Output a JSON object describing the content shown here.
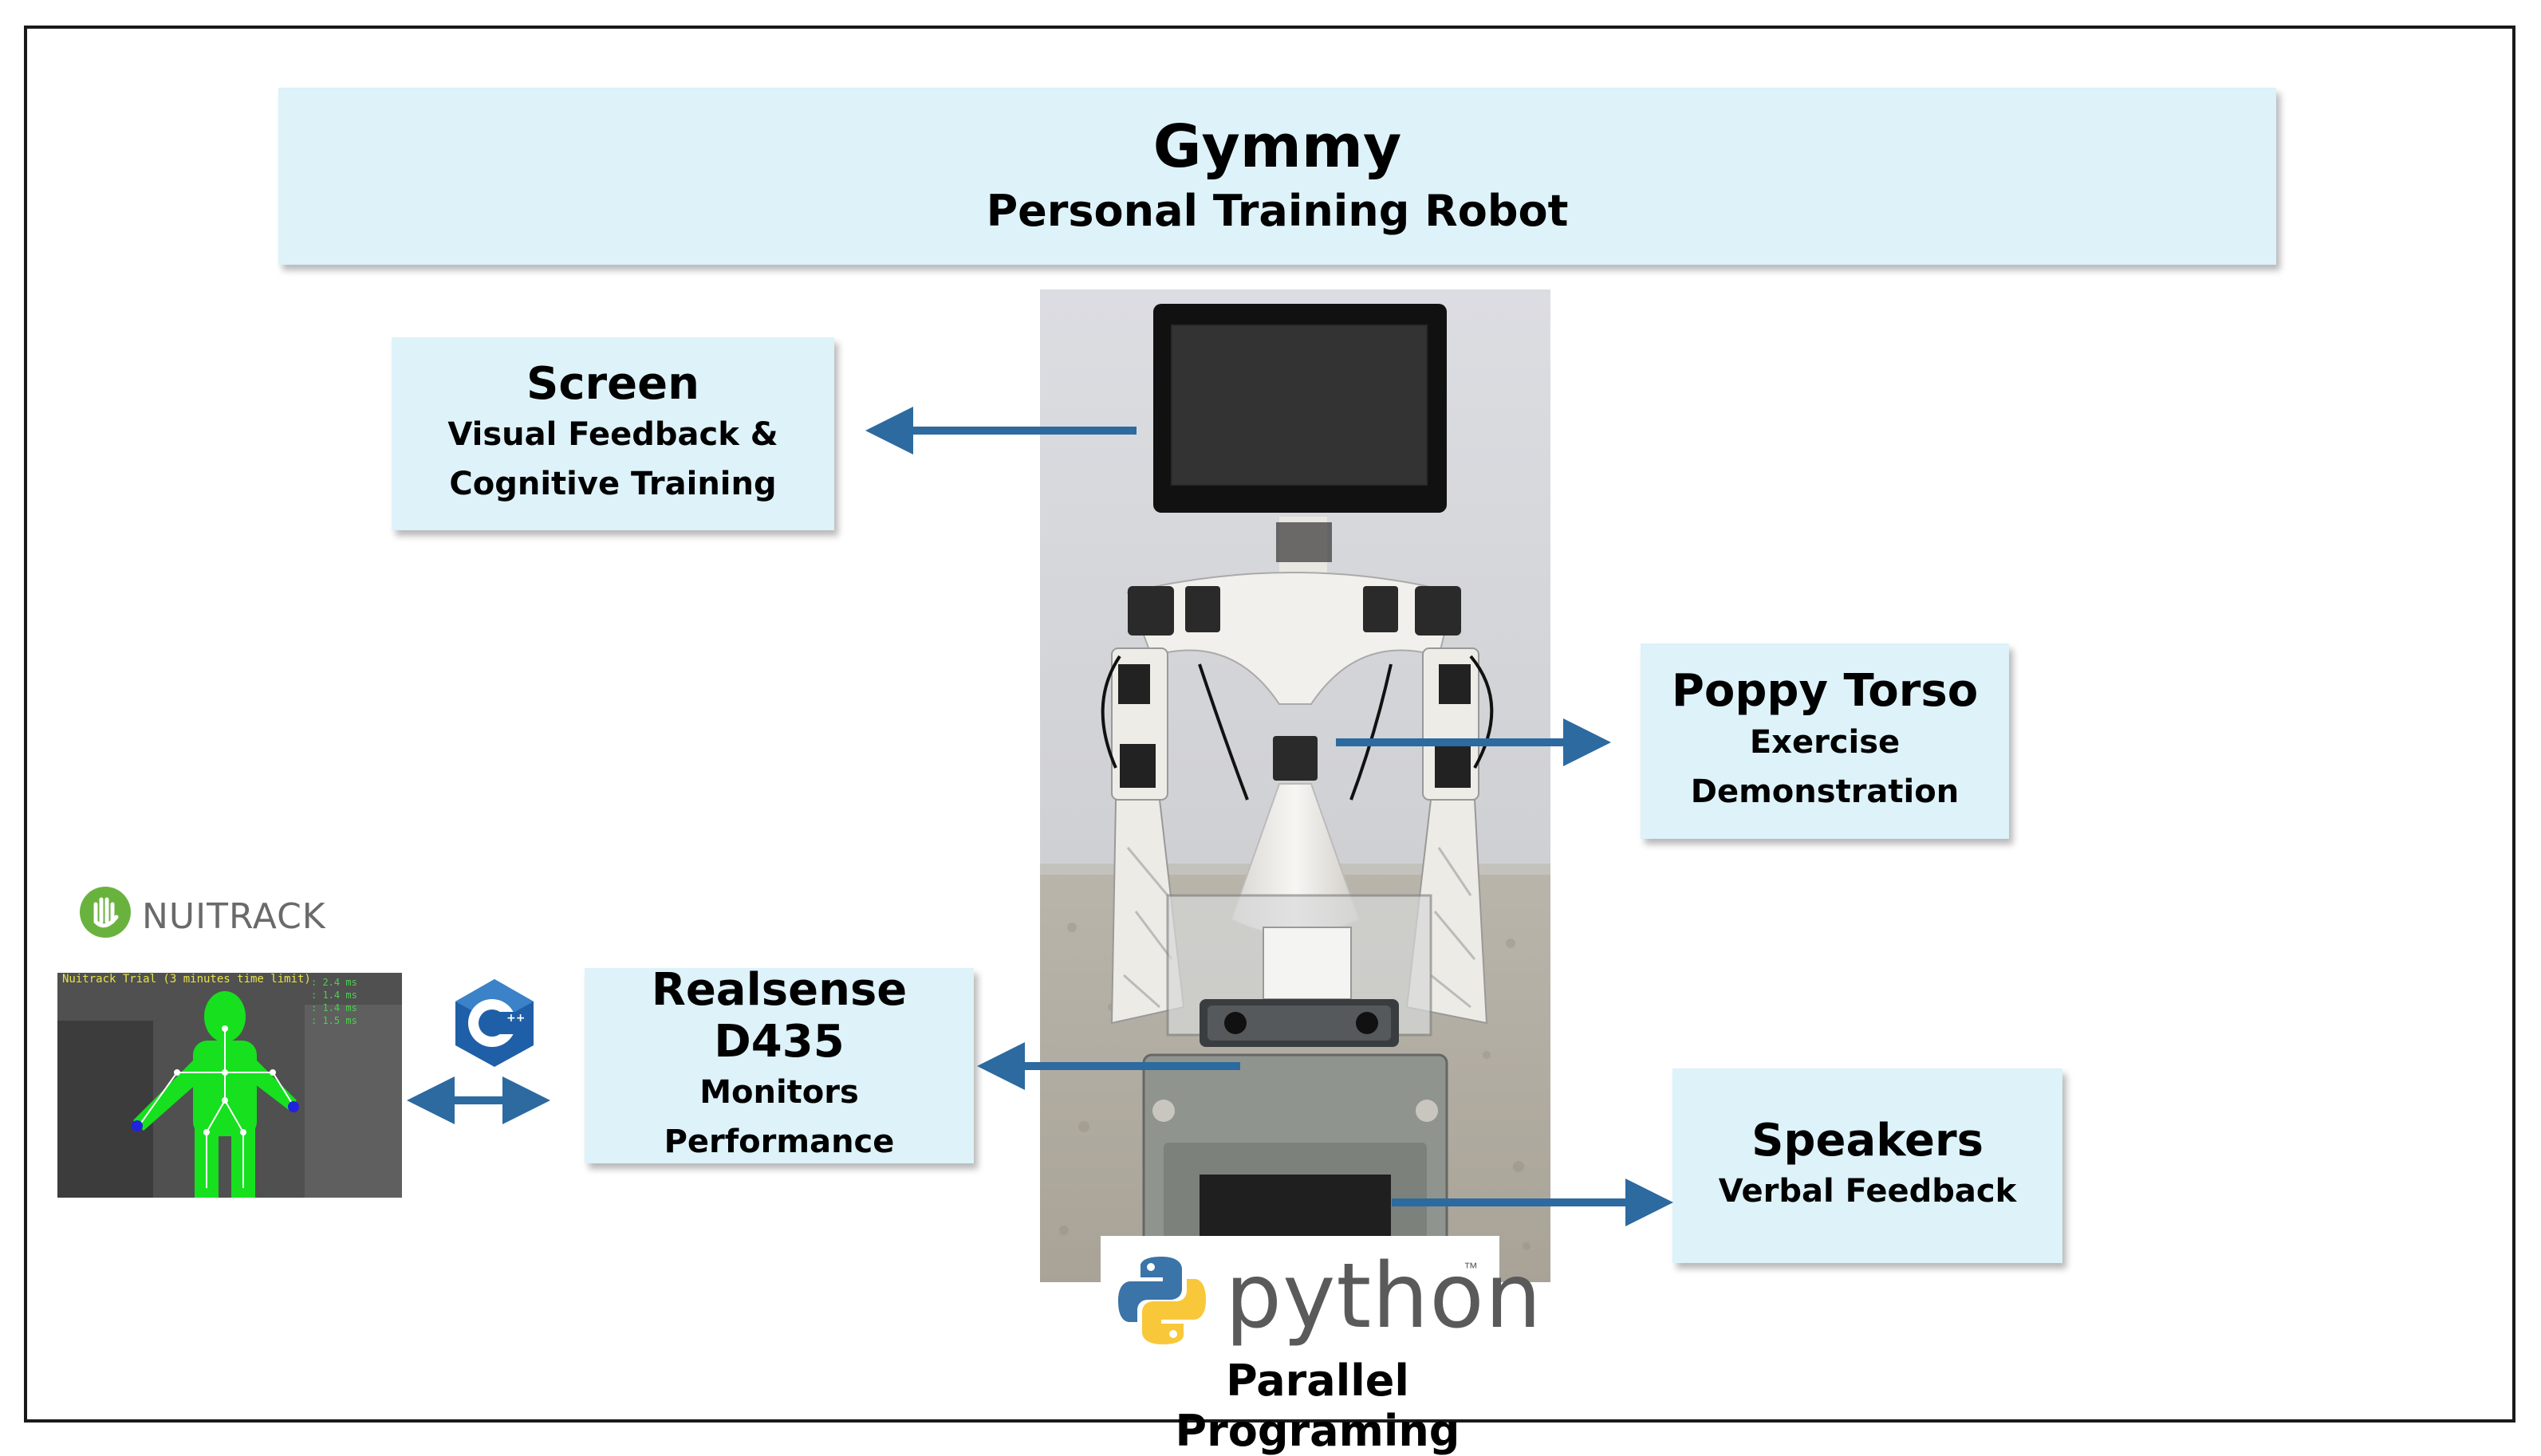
{
  "header": {
    "title": "Gymmy",
    "subtitle": "Personal Training Robot"
  },
  "screen": {
    "title": "Screen",
    "line1": "Visual Feedback &",
    "line2": "Cognitive Training"
  },
  "poppy": {
    "title": "Poppy Torso",
    "line1": "Exercise",
    "line2": "Demonstration"
  },
  "realsense": {
    "title": "Realsense D435",
    "line1": "Monitors",
    "line2": "Performance"
  },
  "speakers": {
    "title": "Speakers",
    "line1": "Verbal Feedback"
  },
  "python": {
    "word": "python",
    "tm": "™",
    "caption": "Parallel Programing"
  },
  "nuitrack": {
    "logo_text": "NUITRACK",
    "screenshot_header": "Nuitrack Trial (3 minutes time limit)"
  },
  "colors": {
    "box_fill": "#ddf2f9",
    "arrow": "#2c6aa0",
    "nuitrack_green": "#6ab23e",
    "skeleton_green": "#17e01f",
    "python_blue": "#3a74a8",
    "python_yellow": "#f8c83a",
    "cpp_blue": "#1f5fa8"
  },
  "icons": [
    "nuitrack-hand-icon",
    "cpp-logo-icon",
    "python-logo-icon"
  ]
}
